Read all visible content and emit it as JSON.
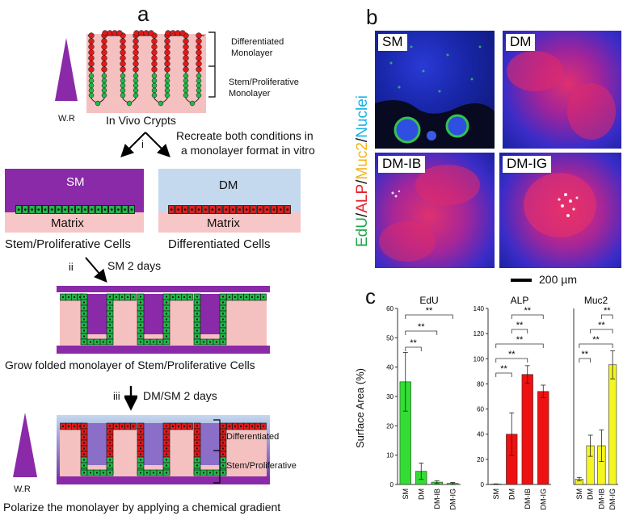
{
  "panel_a": {
    "letter": "a",
    "crypt_labels": {
      "differentiated": "Differentiated\nMonolayer",
      "stem": "Stem/Proliferative\nMonolayer"
    },
    "wr_top": "W.R",
    "in_vivo": "In Vivo Crypts",
    "step_i": "i",
    "recreate_text_1": "Recreate both conditions in",
    "recreate_text_2": "a monolayer format in vitro",
    "sm_label": "SM",
    "dm_label": "DM",
    "matrix_left": "Matrix",
    "matrix_right": "Matrix",
    "stem_cells": "Stem/Proliferative Cells",
    "diff_cells": "Differentiated Cells",
    "step_ii": "ii",
    "sm_2days": "SM 2 days",
    "grow_text": "Grow folded monolayer of Stem/Proliferative Cells",
    "step_iii": "iii",
    "dmsm_2days": "DM/SM 2 days",
    "bottom_diff": "Differentiated",
    "bottom_stem": "Stem/Proliferative",
    "wr_bottom": "W.R",
    "polarize_text": "Polarize the monolayer by applying a chemical gradient"
  },
  "panel_b": {
    "letter": "b",
    "images": [
      "SM",
      "DM",
      "DM-IB",
      "DM-IG"
    ],
    "stain_label": {
      "edu": "EdU",
      "alp": "ALP",
      "muc2": "Muc2",
      "nuclei": "Nuclei",
      "sep": "/"
    },
    "scale_bar": "200 µm",
    "colors": {
      "edu": "#1fa64a",
      "alp": "#e8202a",
      "muc2": "#f2b51e",
      "nuclei": "#1ab0e6"
    }
  },
  "panel_c": {
    "letter": "c",
    "ylabel": "Surface Area (%)",
    "significance": "**"
  },
  "chart_data": [
    {
      "type": "bar",
      "title": "EdU",
      "categories": [
        "SM",
        "DM",
        "DM-IB",
        "DM-IG"
      ],
      "values": [
        35,
        4.5,
        0.8,
        0.4
      ],
      "errors": [
        10,
        2.8,
        0.5,
        0.3
      ],
      "ylim": [
        0,
        60
      ],
      "yticks": [
        0,
        10,
        20,
        30,
        40,
        50,
        60
      ],
      "color": "#33dd33",
      "brackets": [
        [
          "SM",
          "DM"
        ],
        [
          "SM",
          "DM-IB"
        ],
        [
          "SM",
          "DM-IG"
        ]
      ]
    },
    {
      "type": "bar",
      "title": "ALP",
      "categories": [
        "SM",
        "DM",
        "DM-IB",
        "DM-IG"
      ],
      "values": [
        0.3,
        40,
        87.5,
        74
      ],
      "errors": [
        0.2,
        17,
        7,
        5
      ],
      "ylim": [
        0,
        140
      ],
      "yticks": [
        0,
        20,
        40,
        60,
        80,
        100,
        120,
        140
      ],
      "color": "#ee1111",
      "brackets": [
        [
          "SM",
          "DM"
        ],
        [
          "SM",
          "DM-IB"
        ],
        [
          "SM",
          "DM-IG"
        ],
        [
          "DM",
          "DM-IB"
        ],
        [
          "DM",
          "DM-IG"
        ]
      ]
    },
    {
      "type": "bar",
      "title": "Muc2",
      "categories": [
        "SM",
        "DM",
        "DM-IB",
        "DM-IG"
      ],
      "values": [
        0.3,
        2.2,
        2.2,
        6.8
      ],
      "errors": [
        0.1,
        0.6,
        0.9,
        0.8
      ],
      "ylim": [
        0,
        10
      ],
      "yticks": [],
      "color": "#f5f522",
      "brackets": [
        [
          "SM",
          "DM"
        ],
        [
          "SM",
          "DM-IG"
        ],
        [
          "DM",
          "DM-IG"
        ],
        [
          "DM-IB",
          "DM-IG"
        ]
      ]
    }
  ]
}
